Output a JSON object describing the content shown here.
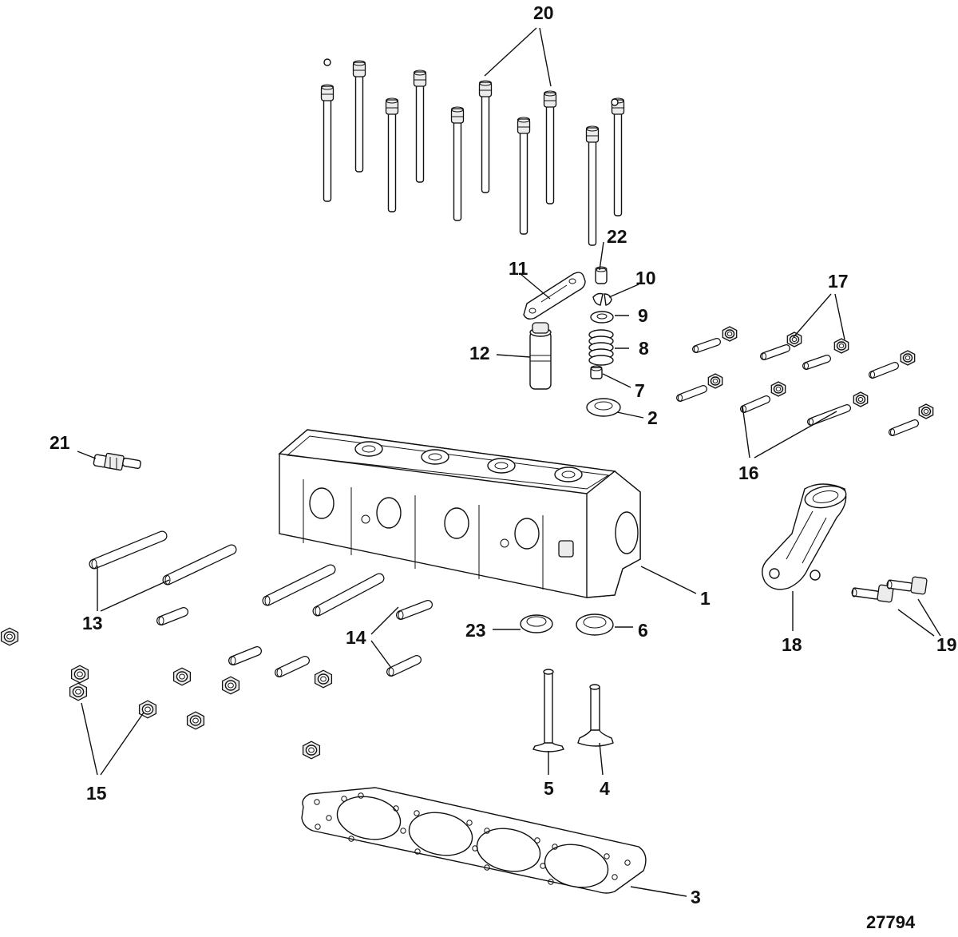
{
  "figure_number": "27794",
  "callouts": {
    "c1": "1",
    "c2": "2",
    "c3": "3",
    "c4": "4",
    "c5": "5",
    "c6": "6",
    "c7": "7",
    "c8": "8",
    "c9": "9",
    "c10": "10",
    "c11": "11",
    "c12": "12",
    "c13": "13",
    "c14": "14",
    "c15": "15",
    "c16": "16",
    "c17": "17",
    "c18": "18",
    "c19": "19",
    "c20": "20",
    "c21": "21",
    "c22": "22",
    "c23": "23"
  }
}
